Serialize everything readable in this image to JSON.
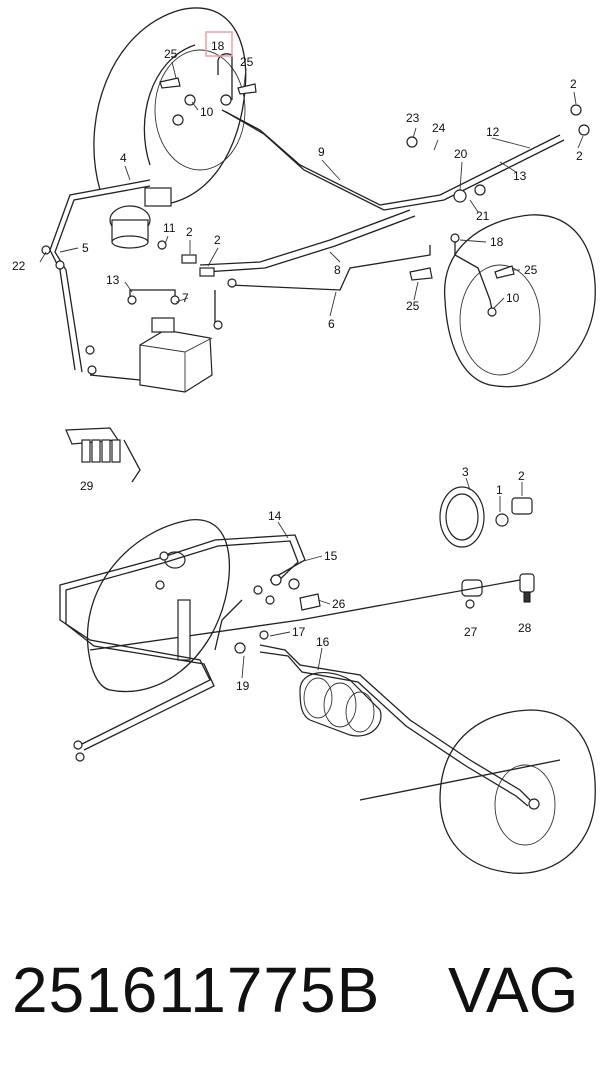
{
  "diagram": {
    "highlight_color": "#e8a0a8",
    "callouts": {
      "c18_top": "18",
      "c25_tl": "25",
      "c25_tr": "25",
      "c10_top": "10",
      "c2_r1": "2",
      "c2_r2": "2",
      "c23": "23",
      "c24": "24",
      "c12": "12",
      "c13_r": "13",
      "c9": "9",
      "c20": "20",
      "c21": "21",
      "c4": "4",
      "c11": "11",
      "c2_m1": "2",
      "c2_m2": "2",
      "c18_mid": "18",
      "c25_mid": "25",
      "c22": "22",
      "c5": "5",
      "c8": "8",
      "c13_l": "13",
      "c7": "7",
      "c25_low": "25",
      "c10_low": "10",
      "c6": "6",
      "c29": "29",
      "c3": "3",
      "c1": "1",
      "c2_b": "2",
      "c14": "14",
      "c15": "15",
      "c26": "26",
      "c17": "17",
      "c27": "27",
      "c28": "28",
      "c16": "16",
      "c19": "19"
    }
  },
  "footer": {
    "part_number": "251611775B",
    "brand": "VAG"
  }
}
